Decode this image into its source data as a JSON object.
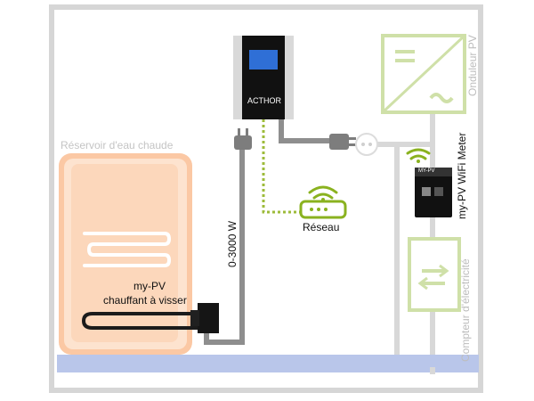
{
  "labels": {
    "tank": "Réservoir d'eau chaude",
    "heater_line1": "my-PV",
    "heater_line2": "chauffant à visser",
    "power_range": "0-3000 W",
    "device_brand": "ACTHOR",
    "network": "Réseau",
    "meter_name": "my-PV WiFi Meter",
    "meter_badge": "MY-PV",
    "inverter": "Onduleur PV",
    "electricity_meter": "Compteur d'électricité"
  },
  "colors": {
    "frame": "#d6d6d6",
    "tank_fill": "#fbc8a4",
    "device_screen": "#2f6fd6",
    "network_line": "#9dbb3a",
    "inverter": "#cfe0a8",
    "floor_pipe": "#b9c6ea",
    "cable": "#8e8e8e"
  },
  "icons": [
    "plug-icon",
    "wifi-icon",
    "router-icon",
    "socket-icon",
    "inverter-icon",
    "meter-icon"
  ]
}
